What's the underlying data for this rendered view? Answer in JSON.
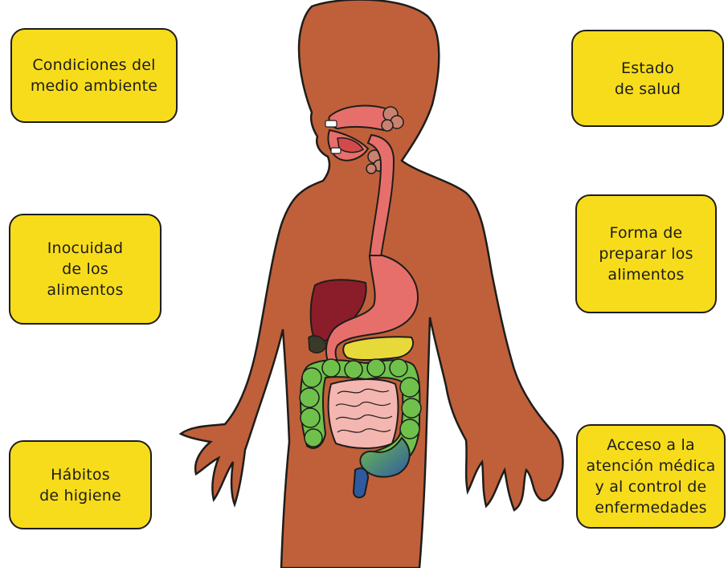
{
  "factors": {
    "condiciones": "Condiciones del\nmedio ambiente",
    "inocuidad": "Inocuidad\nde los\nalimentos",
    "habitos": "Hábitos\nde higiene",
    "estado": "Estado\nde salud",
    "forma": "Forma de\npreparar los\nalimentos",
    "acceso": "Acceso a la\natención médica\ny al control de\nenfermedades"
  },
  "colors": {
    "box_fill": "#f7dc1c",
    "outline": "#1d1d1b",
    "body": "#c0603a",
    "esophagus": "#e76f6b",
    "stomach": "#e76f6b",
    "liver": "#8b1d2a",
    "pancreas": "#e8d93a",
    "large_intestine": "#6fc14b",
    "small_intestine": "#f4b6b0",
    "rectum": "#2f5aa0",
    "salivary_glands": "#c9826f"
  },
  "icons": [
    "human-body-silhouette",
    "digestive-system"
  ]
}
